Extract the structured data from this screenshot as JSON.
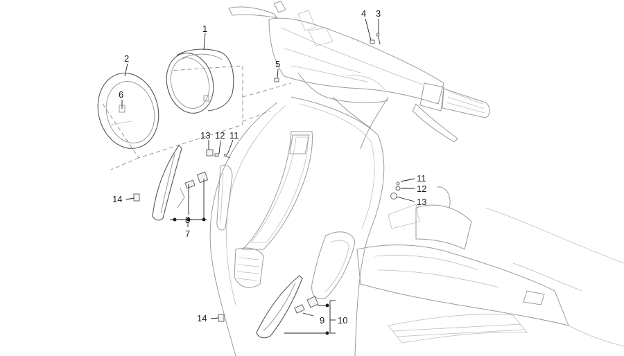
{
  "callouts": [
    {
      "id": "c1",
      "text": "1"
    },
    {
      "id": "c2",
      "text": "2"
    },
    {
      "id": "c3",
      "text": "3"
    },
    {
      "id": "c4",
      "text": "4"
    },
    {
      "id": "c5",
      "text": "5"
    },
    {
      "id": "c6",
      "text": "6"
    },
    {
      "id": "c7",
      "text": "7"
    },
    {
      "id": "c8",
      "text": "8"
    },
    {
      "id": "c9",
      "text": "9"
    },
    {
      "id": "c10",
      "text": "10"
    },
    {
      "id": "c11a",
      "text": "11"
    },
    {
      "id": "c12a",
      "text": "12"
    },
    {
      "id": "c13a",
      "text": "13"
    },
    {
      "id": "c11b",
      "text": "11"
    },
    {
      "id": "c12b",
      "text": "12"
    },
    {
      "id": "c13b",
      "text": "13"
    },
    {
      "id": "c14a",
      "text": "14"
    },
    {
      "id": "c14b",
      "text": "14"
    }
  ],
  "colors": {
    "line": "#9a9a9a",
    "ink": "#1a1a1a",
    "background": "#ffffff"
  }
}
